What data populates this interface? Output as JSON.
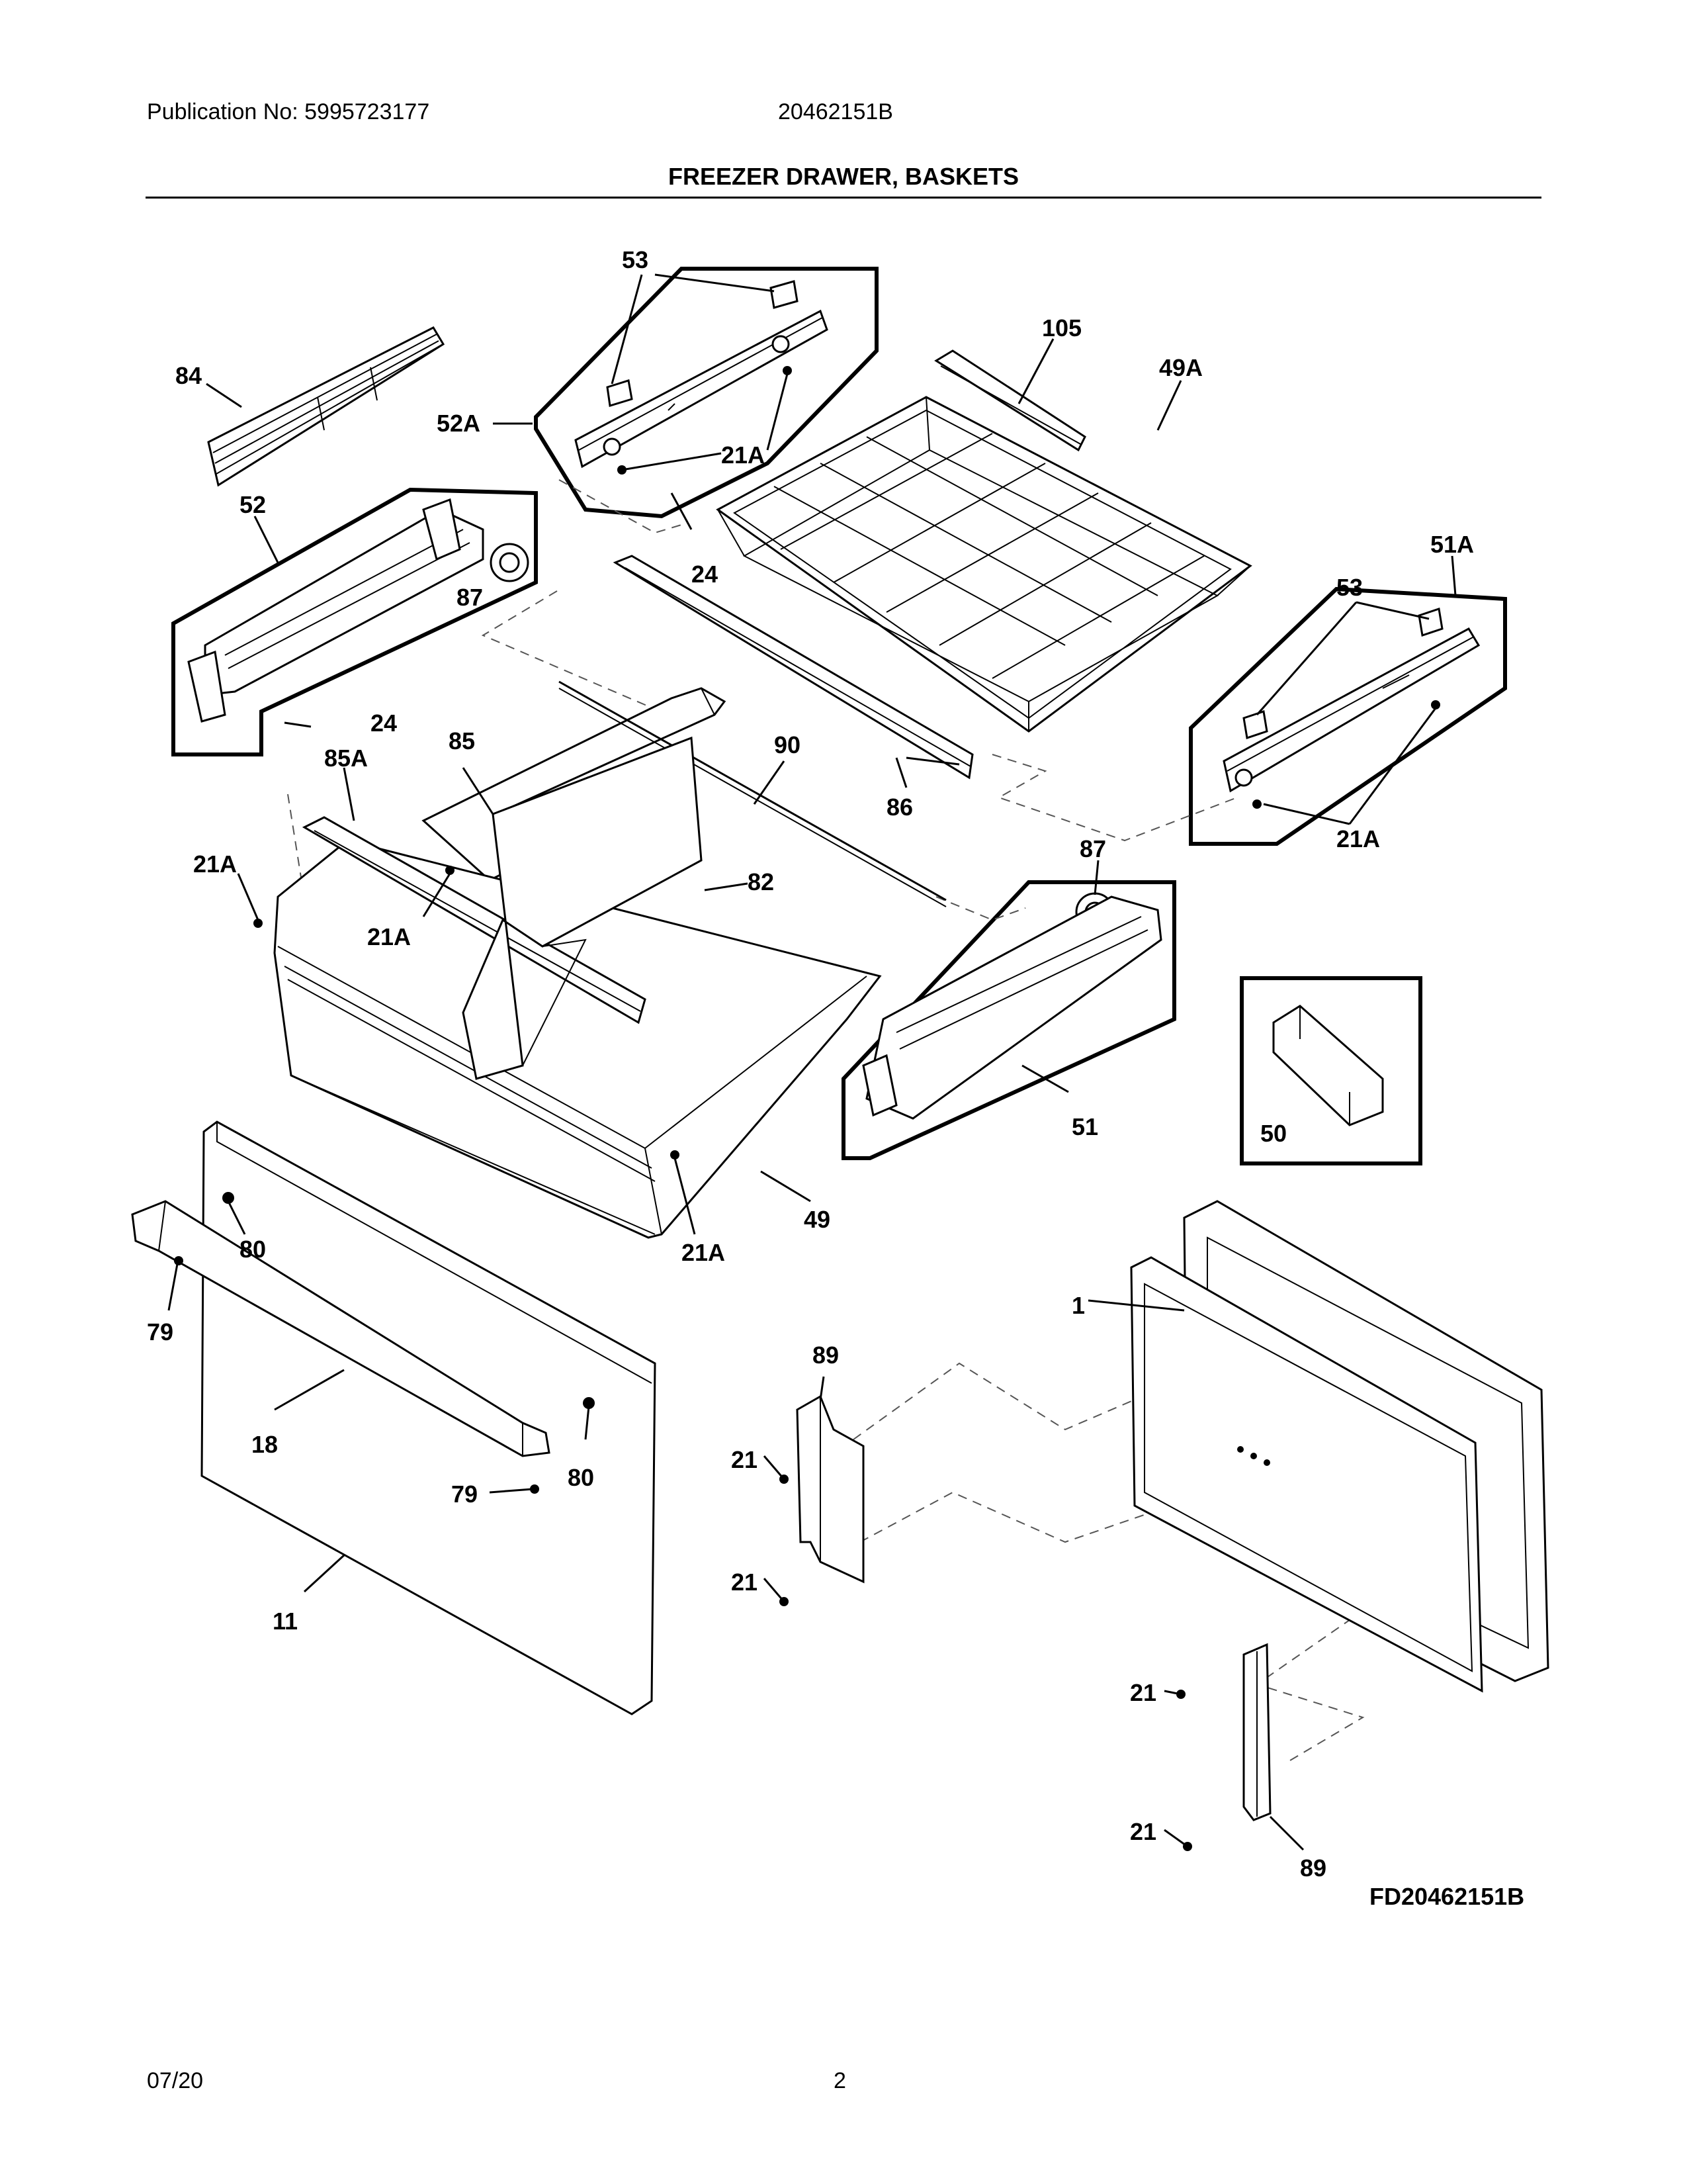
{
  "header": {
    "publication": "Publication No: 5995723177",
    "model": "20462151B",
    "title": "FREEZER DRAWER, BASKETS"
  },
  "footer": {
    "figure_id": "FD20462151B",
    "date": "07/20",
    "page": "2"
  },
  "callouts": {
    "c53_top": "53",
    "c105": "105",
    "c84": "84",
    "c52A": "52A",
    "c21A_rail": "21A",
    "c52": "52",
    "c24_top": "24",
    "c49A": "49A",
    "c51A": "51A",
    "c87_left": "87",
    "c53_right": "53",
    "c24_left": "24",
    "c85": "85",
    "c85A": "85A",
    "c90": "90",
    "c86": "86",
    "c21A_right": "21A",
    "c21A_left": "21A",
    "c82": "82",
    "c87_right": "87",
    "c21A_mid": "21A",
    "c50": "50",
    "c51": "51",
    "c49": "49",
    "c80_top": "80",
    "c21A_bottom": "21A",
    "c79_left": "79",
    "c1": "1",
    "c89_top": "89",
    "c18": "18",
    "c80_bottom": "80",
    "c79_bottom": "79",
    "c21_a": "21",
    "c21_b": "21",
    "c11": "11",
    "c21_c": "21",
    "c21_d": "21",
    "c89_bottom": "89"
  },
  "icons": [
    "screw-icon",
    "stop-block-icon",
    "gear-icon"
  ]
}
